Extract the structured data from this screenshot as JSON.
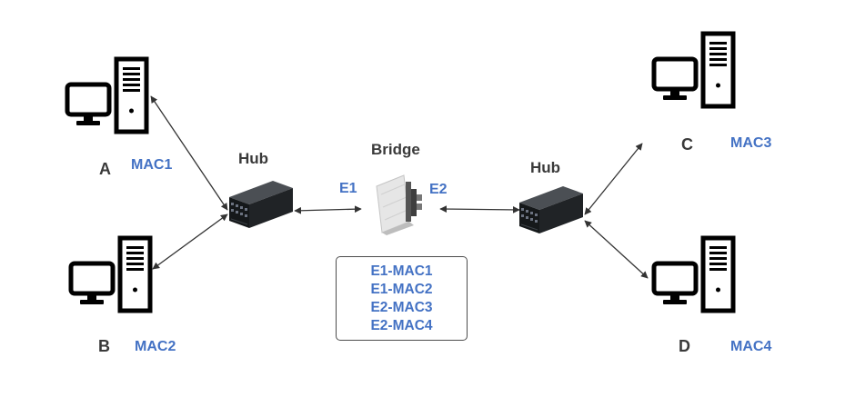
{
  "colors": {
    "accent": "#4472c4",
    "text_dark": "#3a3a3a",
    "icon": "#000000"
  },
  "hosts": [
    {
      "id": "a",
      "label": "A",
      "mac": "MAC1"
    },
    {
      "id": "b",
      "label": "B",
      "mac": "MAC2"
    },
    {
      "id": "c",
      "label": "C",
      "mac": "MAC3"
    },
    {
      "id": "d",
      "label": "D",
      "mac": "MAC4"
    }
  ],
  "hubs": [
    {
      "id": "left",
      "label": "Hub"
    },
    {
      "id": "right",
      "label": "Hub"
    }
  ],
  "bridge": {
    "label": "Bridge",
    "ports": {
      "left": "E1",
      "right": "E2"
    }
  },
  "mac_table": [
    "E1-MAC1",
    "E1-MAC2",
    "E2-MAC3",
    "E2-MAC4"
  ],
  "icons": {
    "host": "desktop-computer-icon",
    "hub": "network-hub-icon",
    "bridge": "bridge-device-icon"
  }
}
